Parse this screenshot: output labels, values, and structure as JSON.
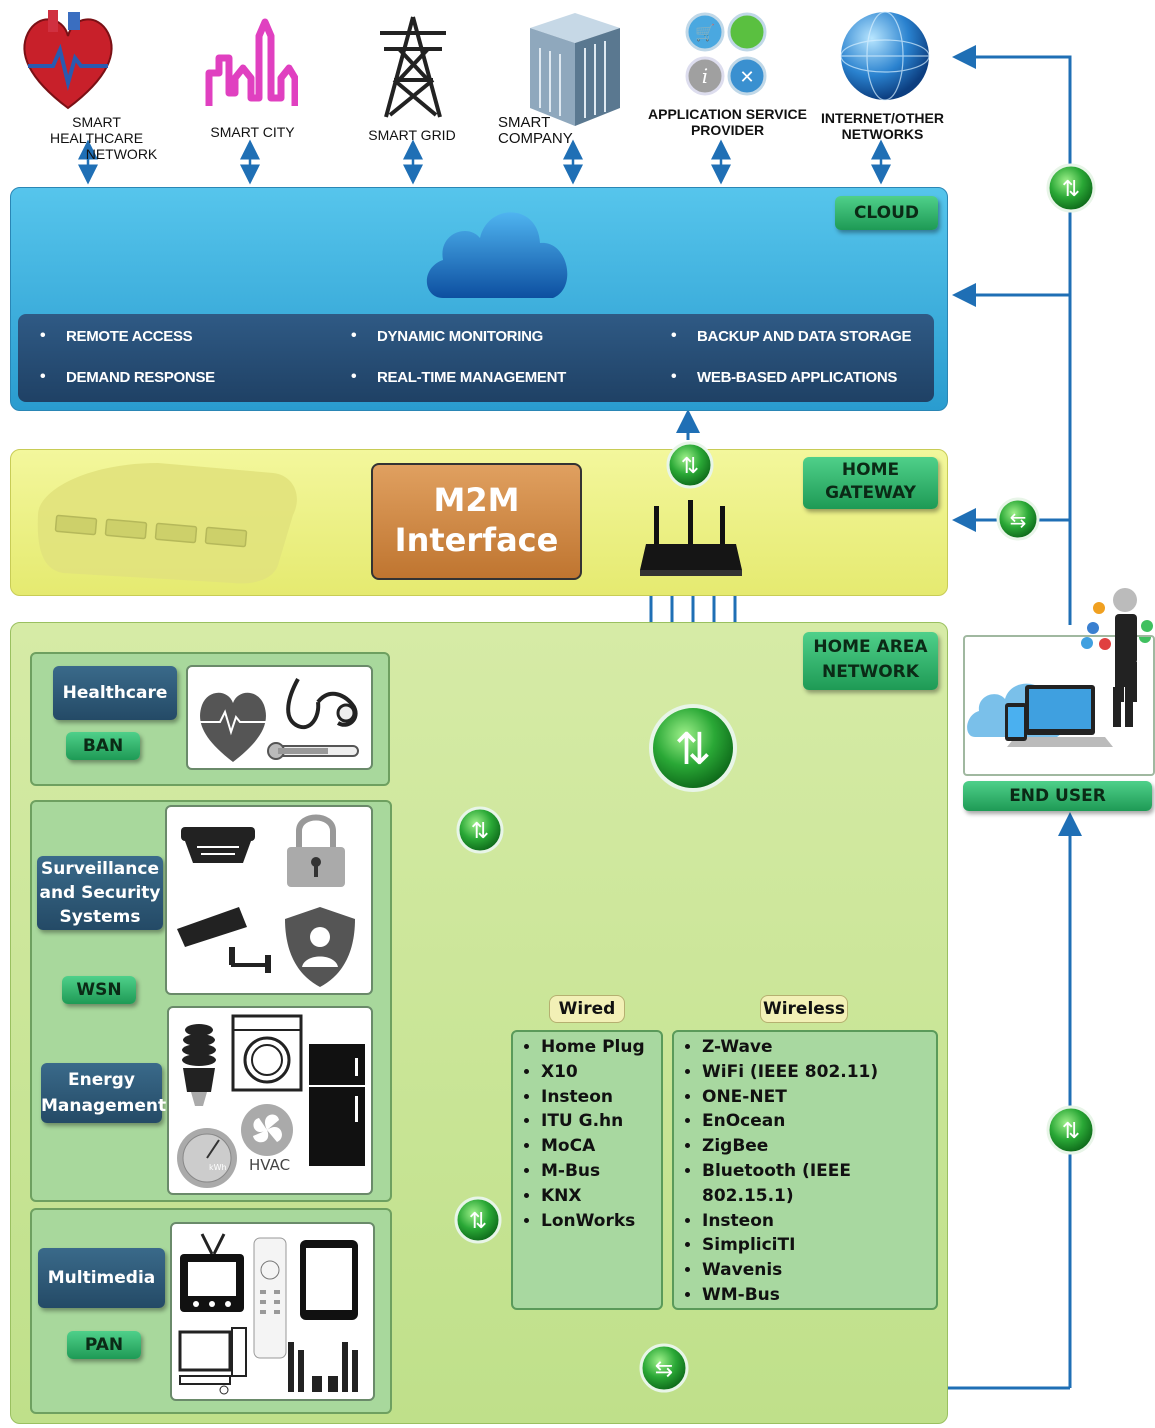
{
  "top_nodes": [
    {
      "label": "SMART HEALTHCARE\nNETWORK",
      "icon": "heart-icon"
    },
    {
      "label": "SMART CITY",
      "icon": "city-icon"
    },
    {
      "label": "SMART GRID",
      "icon": "power-tower-icon"
    },
    {
      "label": "SMART\nCOMPANY",
      "icon": "building-icon"
    },
    {
      "label": "APPLICATION SERVICE\nPROVIDER",
      "icon": "app-service-icon"
    },
    {
      "label": "INTERNET/OTHER\nNETWORKS",
      "icon": "globe-icon"
    }
  ],
  "cloud": {
    "tag": "CLOUD",
    "services": [
      "REMOTE ACCESS",
      "DYNAMIC MONITORING",
      "BACKUP AND DATA STORAGE",
      "DEMAND RESPONSE",
      "REAL-TIME MANAGEMENT",
      "WEB-BASED APPLICATIONS"
    ]
  },
  "gateway": {
    "tag_line1": "HOME",
    "tag_line2": "GATEWAY",
    "m2m_line1": "M2M",
    "m2m_line2": "Interface"
  },
  "han": {
    "tag_line1": "HOME AREA",
    "tag_line2": "NETWORK",
    "healthcare": {
      "label": "Healthcare",
      "net": "BAN"
    },
    "surveillance": {
      "label_line1": "Surveillance",
      "label_line2": "and Security",
      "label_line3": "Systems",
      "net": "WSN"
    },
    "energy": {
      "label_line1": "Energy",
      "label_line2": "Management",
      "hvac": "HVAC",
      "kwh": "kWh"
    },
    "multimedia": {
      "label": "Multimedia",
      "net": "PAN"
    },
    "wired": {
      "title": "Wired",
      "items": [
        "Home Plug",
        "X10",
        "Insteon",
        "ITU G.hn",
        "MoCA",
        "M-Bus",
        "KNX",
        "LonWorks"
      ]
    },
    "wireless": {
      "title": "Wireless",
      "items": [
        "Z-Wave",
        "WiFi (IEEE 802.11)",
        "ONE-NET",
        "EnOcean",
        "ZigBee",
        "Bluetooth (IEEE 802.15.1)",
        "Insteon",
        "SimpliciTI",
        "Wavenis",
        "WM-Bus"
      ]
    }
  },
  "end_user": {
    "label": "END USER"
  },
  "colors": {
    "arrow": "#1f6fb5",
    "cloud": "#3fb2e0",
    "gateway": "#eef28a",
    "han": "#cde6a0",
    "tag_green": "#2fb268"
  }
}
